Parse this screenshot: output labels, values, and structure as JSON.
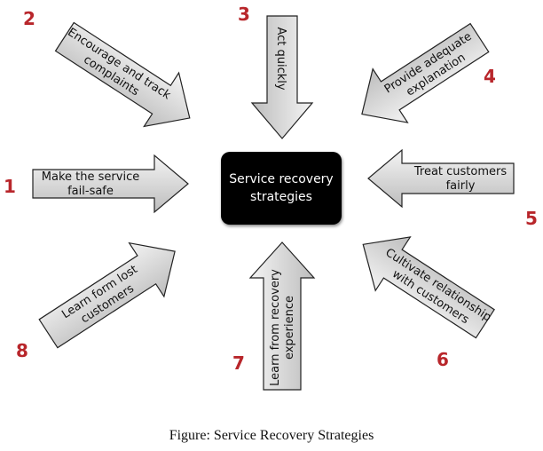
{
  "center": {
    "line1": "Service recovery",
    "line2": "strategies"
  },
  "strategies": [
    {
      "number": "1",
      "line1": "Make the service",
      "line2": "fail-safe"
    },
    {
      "number": "2",
      "line1": "Encourage and track",
      "line2": "complaints"
    },
    {
      "number": "3",
      "line1": "Act quickly",
      "line2": ""
    },
    {
      "number": "4",
      "line1": "Provide adequate",
      "line2": "explanation"
    },
    {
      "number": "5",
      "line1": "Treat customers",
      "line2": "fairly"
    },
    {
      "number": "6",
      "line1": "Cultivate relationship",
      "line2": "with customers"
    },
    {
      "number": "7",
      "line1": "Learn from recovery",
      "line2": "experience"
    },
    {
      "number": "8",
      "line1": "Learn form lost",
      "line2": "customers"
    }
  ],
  "caption": "Figure: Service Recovery Strategies",
  "colors": {
    "number": "#b8262b",
    "center_box": "#000000",
    "arrow_fill_light": "#f2f2f2",
    "arrow_fill_dark": "#bdbdbd"
  }
}
